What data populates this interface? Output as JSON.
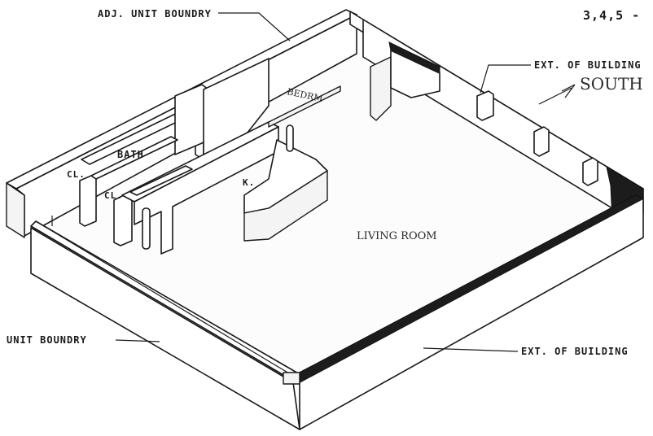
{
  "labels": {
    "adj_unit_boundary": "ADJ. UNIT BOUNDRY",
    "page_number": "3,4,5 -",
    "ext_building_top": "EXT. OF BUILDING",
    "south": "SOUTH",
    "bedroom": "BEDRM",
    "bath": "BATH",
    "closet_1": "CL.",
    "closet_2": "CL.",
    "kitchen": "K.",
    "living_room": "LIVING ROOM",
    "unit_boundary": "UNIT BOUNDRY",
    "ext_building_bottom": "EXT. OF BUILDING"
  },
  "colors": {
    "ink": "#1a1a1a",
    "paper": "#ffffff"
  }
}
